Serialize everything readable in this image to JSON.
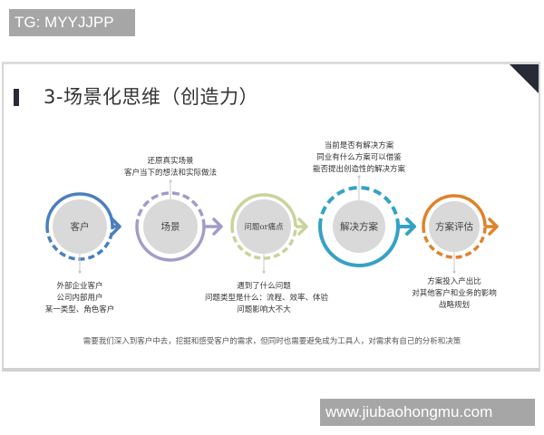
{
  "watermarks": {
    "top_left": "TG: MYYJJPP",
    "bottom_right": "www.jiubaohongmu.com"
  },
  "slide": {
    "title": "3-场景化思维（创造力）",
    "accent_color": "#262b36",
    "footer": "需要我们深入到客户中去，挖掘和感受客户的需求，但同时也需要避免成为工具人，对需求有自己的分析和决策",
    "nodes": [
      {
        "label": "客户",
        "color": "#4a7fc0",
        "note_position": "below",
        "note": [
          "外部企业客户",
          "公司内部用户",
          "某一类型、角色客户"
        ]
      },
      {
        "label": "场景",
        "color": "#a59bc9",
        "note_position": "above",
        "note": [
          "还原真实场景",
          "客户当下的想法和实际做法"
        ]
      },
      {
        "label": "问题or痛点",
        "color": "#c8d49a",
        "note_position": "below",
        "note": [
          "遇到了什么问题",
          "问题类型是什么：流程、效率、体验",
          "问题影响大不大"
        ]
      },
      {
        "label": "解决方案",
        "color": "#35a2c4",
        "note_position": "above",
        "note": [
          "当前是否有解决方案",
          "同业有什么方案可以借鉴",
          "能否提出创造性的解决方案"
        ]
      },
      {
        "label": "方案评估",
        "color": "#e0822a",
        "note_position": "below",
        "note": [
          "方案投入产出比",
          "对其他客户和业务的影响",
          "战略规划"
        ]
      }
    ]
  }
}
